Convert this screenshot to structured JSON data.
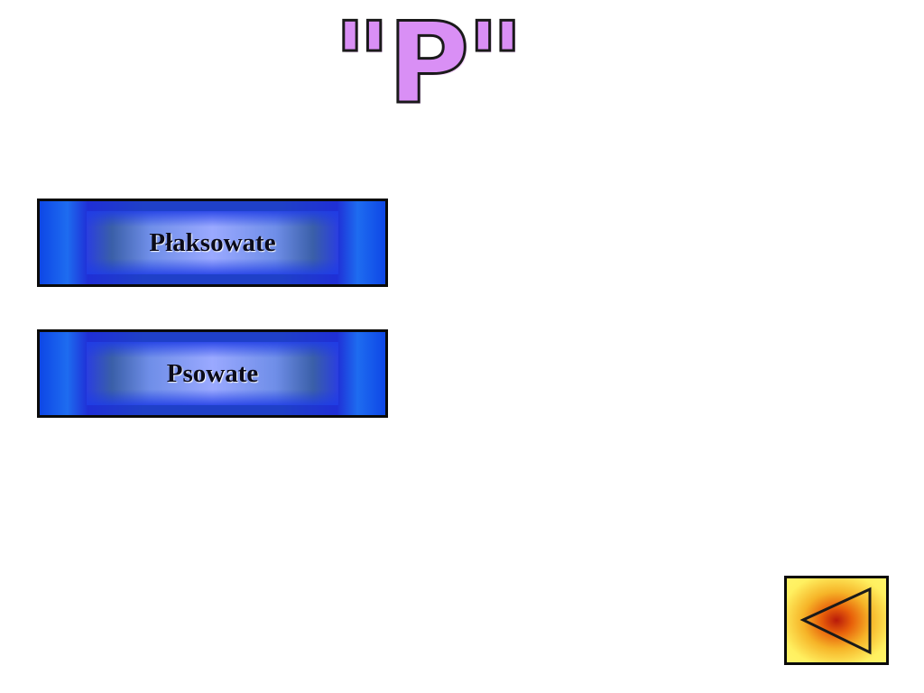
{
  "slide": {
    "title": "\"P\"",
    "buttons": [
      {
        "label": "Płaksowate"
      },
      {
        "label": "Psowate"
      }
    ],
    "back_button": {
      "icon": "triangle-left-icon"
    }
  },
  "colors": {
    "title_fill": "#d98ff5",
    "button_blue": "#1f40c8",
    "button_highlight": "#9aa9ff",
    "back_yellow": "#fff060",
    "back_center": "#b81a0a"
  }
}
